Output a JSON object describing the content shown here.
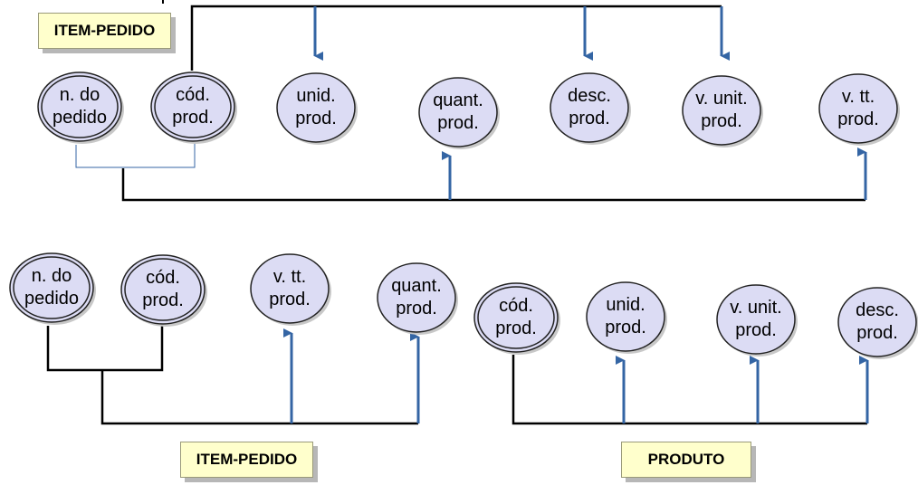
{
  "diagrams": {
    "top": {
      "entity_label": "ITEM-PEDIDO",
      "attributes": [
        {
          "line1": "n. do",
          "line2": "pedido",
          "key": true
        },
        {
          "line1": "cód.",
          "line2": "prod.",
          "key": true
        },
        {
          "line1": "unid.",
          "line2": "prod.",
          "key": false
        },
        {
          "line1": "quant.",
          "line2": "prod.",
          "key": false
        },
        {
          "line1": "desc.",
          "line2": "prod.",
          "key": false
        },
        {
          "line1": "v. unit.",
          "line2": "prod.",
          "key": false
        },
        {
          "line1": "v. tt.",
          "line2": "prod.",
          "key": false
        }
      ]
    },
    "bottom_left": {
      "entity_label": "ITEM-PEDIDO",
      "attributes": [
        {
          "line1": "n. do",
          "line2": "pedido",
          "key": true
        },
        {
          "line1": "cód.",
          "line2": "prod.",
          "key": true
        },
        {
          "line1": "v. tt.",
          "line2": "prod.",
          "key": false
        },
        {
          "line1": "quant.",
          "line2": "prod.",
          "key": false
        }
      ]
    },
    "bottom_right": {
      "entity_label": "PRODUTO",
      "attributes": [
        {
          "line1": "cód.",
          "line2": "prod.",
          "key": true
        },
        {
          "line1": "unid.",
          "line2": "prod.",
          "key": false
        },
        {
          "line1": "v. unit.",
          "line2": "prod.",
          "key": false
        },
        {
          "line1": "desc.",
          "line2": "prod.",
          "key": false
        }
      ]
    }
  },
  "colors": {
    "circle_fill": "#dcdcf4",
    "circle_stroke": "#222222",
    "arrow": "#3465a4",
    "connector": "#000000",
    "label_fill": "#ffffcc",
    "label_shadow": "#b7b7b7"
  }
}
